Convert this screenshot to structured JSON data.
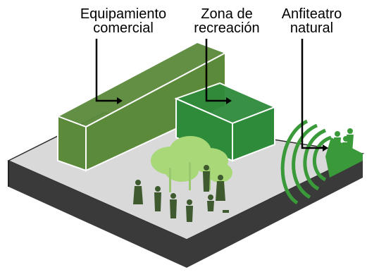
{
  "labels": {
    "equipamiento": [
      "Equipamiento",
      "comercial"
    ],
    "zona": [
      "Zona de",
      "recreación"
    ],
    "anfiteatro": [
      "Anfiteatro",
      "natural"
    ]
  },
  "colors": {
    "platform_top": "#d9d9d9",
    "platform_side": "#3a3a3a",
    "commercial_block": "#5a8a3a",
    "recreation_block": "#2e8b3a",
    "amphitheatre": "#3a9a3a",
    "trees": "#a8d878",
    "people": "#3e5a2e",
    "leader_lines": "#000000"
  }
}
